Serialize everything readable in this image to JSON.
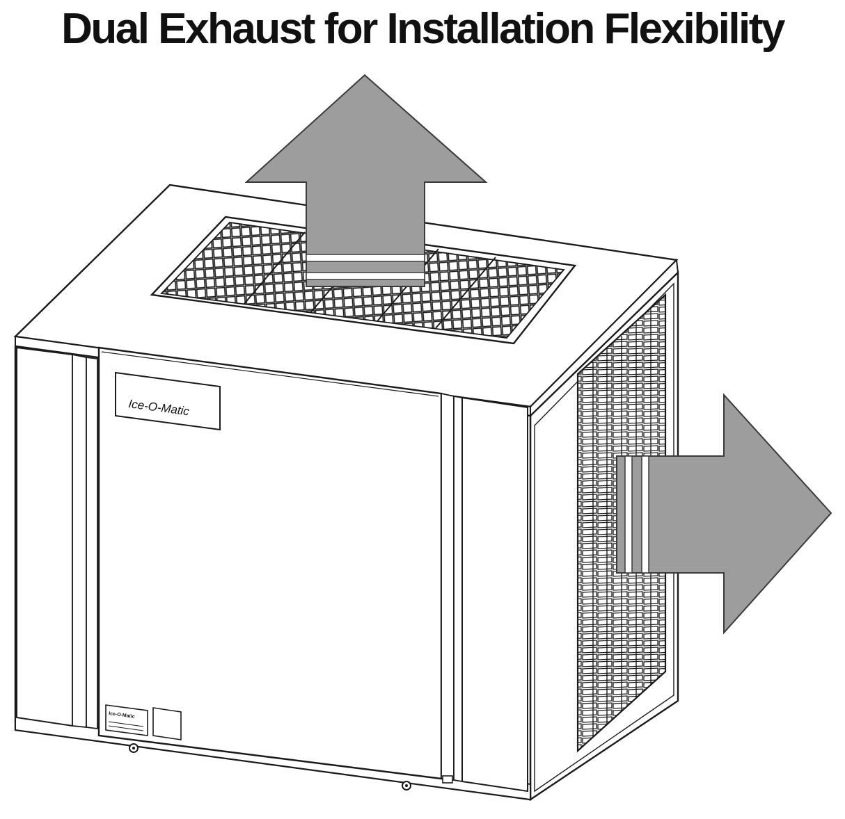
{
  "title": "Dual Exhaust for Installation Flexibility",
  "brand_label": "Ice-O-Matic",
  "data_plate_text": "Ice-O-Matic",
  "colors": {
    "arrow_fill": "#9d9d9d",
    "arrow_stroke": "#3a3a3a",
    "line": "#1a1a1a",
    "background": "#ffffff"
  },
  "arrows": [
    {
      "name": "up-exhaust-arrow",
      "direction": "up"
    },
    {
      "name": "right-exhaust-arrow",
      "direction": "right"
    }
  ]
}
